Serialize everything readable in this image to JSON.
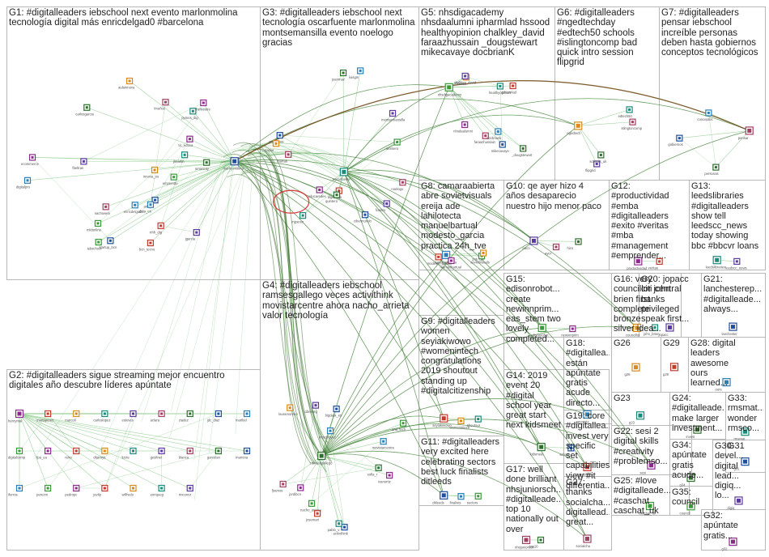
{
  "graph": {
    "groups": [
      {
        "id": "G1",
        "title": "G1: #digitalleaders iebschool next evento marlonmolina\ntecnología digital más enricdelgad0 #barcelona",
        "nodes": [
          "marlonmolina",
          "enricdelgad0",
          "iebschool",
          "ruthsilvestre",
          "bcn_tecno",
          "aulainnova",
          "jlmartin",
          "fbeltran",
          "nachoweb",
          "carlosgarcia",
          "ana_m",
          "digitalpro",
          "mktonline",
          "tic_educa",
          "rrhh_dig",
          "innova_es",
          "pymes_dig",
          "jgarcia",
          "lmuñoz",
          "smartcity",
          "startup_bcn",
          "data_es",
          "emprende",
          "ecommerce"
        ]
      },
      {
        "id": "G2",
        "title": "G2: #digitalleaders sigue streaming mejor encuentro\ndigitales año descubre líderes apúntate",
        "nodes": [
          "henrymal",
          "martaperez",
          "marcoli",
          "carloslopez",
          "esteves",
          "aclara",
          "ziadez",
          "jdc_diaz",
          "maribel",
          "digitalcomp",
          "fpa_ea",
          "reiro",
          "dlarroya",
          "lizzie",
          "gesfinet",
          "blanca",
          "garcelan",
          "mariona",
          "iferros",
          "perezm",
          "pedropc",
          "javilp",
          "wilfredo",
          "enriqueg",
          "rinconvz"
        ]
      },
      {
        "id": "G3",
        "title": "G3: #digitalleaders iebschool next\ntecnología oscarfuente marlonmolina\nmontsemansilla evento noelogo\ngracias",
        "nodes": [
          "oscarfuente",
          "montsemansilla",
          "noelogo",
          "juanmaz",
          "anaramos",
          "luisgm",
          "aromero",
          "educaredes",
          "digitaltalk",
          "rtaylor",
          "mjperez",
          "fcastro",
          "martab",
          "quintero",
          "cibermundo"
        ]
      },
      {
        "id": "G4",
        "title": "G4: #digitalleaders iebschool\nramsesgallego veces activithink\nmovistarcentre ahora nacho_arrieta\nvalor tecnología",
        "nodes": [
          "ramsesgallego",
          "activithink",
          "movistarcentre",
          "nacho_arrieta",
          "ivanortiz",
          "josemari",
          "lauramoreno",
          "pablo_v",
          "ciberseg",
          "fjramos",
          "sofia_r",
          "bigdata_es",
          "mrodriguez",
          "ana_tech",
          "jordibcn"
        ]
      },
      {
        "id": "G5",
        "title": "G5: nhsdigacademy\nnhsdaalumni ipharmlad hssood\nhealthyopinion chalkley_david\nfaraazhussain _dougstewart\nmikecavaye docbrianK",
        "nodes": [
          "nhsdigacademy",
          "nhsdaalumni",
          "ipharmlad",
          "hssood",
          "healthyopinion",
          "chalkley_david",
          "faraazhussain",
          "_dougstewart",
          "mikecavaye",
          "docbriank"
        ]
      },
      {
        "id": "G6",
        "title": "G6: #digitalleaders\n#ngedtechday\n#edtech50 schools\n#islingtoncomp bad\nquick intro session\nflipgrid",
        "nodes": [
          "ngedtech",
          "edtech50",
          "flipgrid",
          "islingtoncomp",
          "schools_uk"
        ]
      },
      {
        "id": "G7",
        "title": "G7: #digitalleaders\npensar iebschool\nincreíble personas\ndeben hasta gobiernos\nconceptos tecnológicos",
        "nodes": [
          "pensar",
          "personas",
          "gobiernos",
          "conceptos"
        ]
      },
      {
        "id": "G8",
        "title": "G8: camaraabierta\nabre sovietvisuals\nereija ade lahilotecta\nmanuelbartual\nmodesto_garcia\npractica 24h_tve",
        "nodes": [
          "camaraabierta",
          "sovietvisuals",
          "manuelbartual",
          "modesto_garcia",
          "24h_tve"
        ]
      },
      {
        "id": "G9",
        "title": "G9: #digitalleaders\nwomen\nseyiakiwowo\n#womenintech\ncongratulations\n2019 shoutout\nstanding up\n#digitalcitizenship",
        "nodes": [
          "seyiakiwowo",
          "womenintech",
          "shoutout"
        ]
      },
      {
        "id": "G10",
        "title": "G10: qe ayer hizo 4\naños desaparecio\nnuestro hijo menor paco",
        "nodes": [
          "paco",
          "ayer",
          "hizo"
        ]
      },
      {
        "id": "G11",
        "title": "G11: #digitalleaders\nvery excited here\ncelebrating sectors\nbest luck finalists\nditleeds",
        "nodes": [
          "ditleeds",
          "finalists",
          "sectors"
        ]
      },
      {
        "id": "G12",
        "title": "G12:\n#productividad\n#emba\n#digitalleaders\n#exito #veritas\n#mba\n#management\n#emprender...",
        "nodes": [
          "productividad",
          "veritas"
        ]
      },
      {
        "id": "G13",
        "title": "G13:\nleedslibraries\n#digitalleaders\nshow tell\nleedscc_news\ntoday showing\nbbc #bbcvr loans",
        "nodes": [
          "leedslibraries",
          "leedscc_news"
        ]
      },
      {
        "id": "G14",
        "title": "G14: 2019\nevent 20\n#digital\nschool year\ngreat start\nnext kidsmeet",
        "nodes": [
          "kidsmeet",
          "school"
        ]
      },
      {
        "id": "G15",
        "title": "G15:\nedisonrobot...\ncreate\nnewinnprim...\neas_stem two\nlovely\ncompleted...",
        "nodes": [
          "edisonrobot",
          "newinnprim"
        ]
      },
      {
        "id": "G16",
        "title": "G16: very\ncouncillor john\nbrien first\ncomplete bronze\nsilver idea...",
        "nodes": [
          "councillor",
          "john_brien"
        ]
      },
      {
        "id": "G17",
        "title": "G17: well\ndone brilliant\nnhsjuniorsch...\n#digitalleade...\ntop 10\nnationally out\nover",
        "nodes": [
          "nhsjuniorsch",
          "top10"
        ]
      },
      {
        "id": "G18",
        "title": "G18:\n#digitallea...\nestán\napúntate\ngratis\nacude\ndirecto...",
        "nodes": [
          "apuntate"
        ]
      },
      {
        "id": "G19",
        "title": "G19: core\n#digitallea...\ninvest very\nspecific set\ncapabilities\nview #it\ndifferentia...",
        "nodes": [
          "capabilities"
        ]
      },
      {
        "id": "G20",
        "title": "G20: jopacc\nciti central\nbanks\nprivileged\nspeak first...",
        "nodes": [
          "jopacc"
        ]
      },
      {
        "id": "G21",
        "title": "G21:\nlanchesterep...\n#digitalleade...\nalways...",
        "nodes": [
          "lanchester"
        ]
      },
      {
        "id": "G22",
        "title": "G22: sesi 2\ndigital skills\n#creativity\n#problemso...",
        "nodes": [
          "sesi"
        ]
      },
      {
        "id": "G23",
        "title": "G23",
        "nodes": [
          "g23"
        ]
      },
      {
        "id": "G24",
        "title": "G24:\n#digitalleade...\nmake larger\ninvestment...",
        "nodes": [
          "invest"
        ]
      },
      {
        "id": "G25",
        "title": "G25: #love\n#digitalleade...\n#caschat\ncaschat_uk",
        "nodes": [
          "caschat_uk"
        ]
      },
      {
        "id": "G26",
        "title": "G26",
        "nodes": [
          "g26"
        ]
      },
      {
        "id": "G27",
        "title": "G27:\nthanks\nsocialcha...\ndigitallead...\ngreat...",
        "nodes": [
          "socialcha"
        ]
      },
      {
        "id": "G28",
        "title": "G28: digital\nleaders\nawesome\nours\nlearned...",
        "nodes": [
          "ours"
        ]
      },
      {
        "id": "G29",
        "title": "G29",
        "nodes": [
          "g29"
        ]
      },
      {
        "id": "G30",
        "title": "G30:\ndevel...\ndigital\nlead...\ndigiq...\nlo...",
        "nodes": [
          "digiq"
        ]
      },
      {
        "id": "G31",
        "title": "G31",
        "nodes": [
          "g31"
        ]
      },
      {
        "id": "G32",
        "title": "G32:\napúntate\ngratis...",
        "nodes": [
          "g32"
        ]
      },
      {
        "id": "G33",
        "title": "G33:\nrmsmat...\nwonder\nrmsco...",
        "nodes": [
          "rmsmat"
        ]
      },
      {
        "id": "G34",
        "title": "G34:\napúntate\ngratis\nacude...",
        "nodes": [
          "g34"
        ]
      },
      {
        "id": "G35",
        "title": "G35:\ncouncil",
        "nodes": [
          "council"
        ]
      }
    ],
    "colors": {
      "edge_light": "#7cc47c",
      "edge_dark": "#2f6a1f",
      "edge_brown": "#7a4a1a",
      "edge_red": "#d43030",
      "border": "#b9b9b9",
      "node_palette": [
        "#1f4e9c",
        "#2a7fb8",
        "#3a9a3a",
        "#8a2a8a",
        "#c43a2a",
        "#d98a1a",
        "#1a8a7a",
        "#5a3aa0",
        "#a04060",
        "#2d6f2d"
      ]
    }
  }
}
